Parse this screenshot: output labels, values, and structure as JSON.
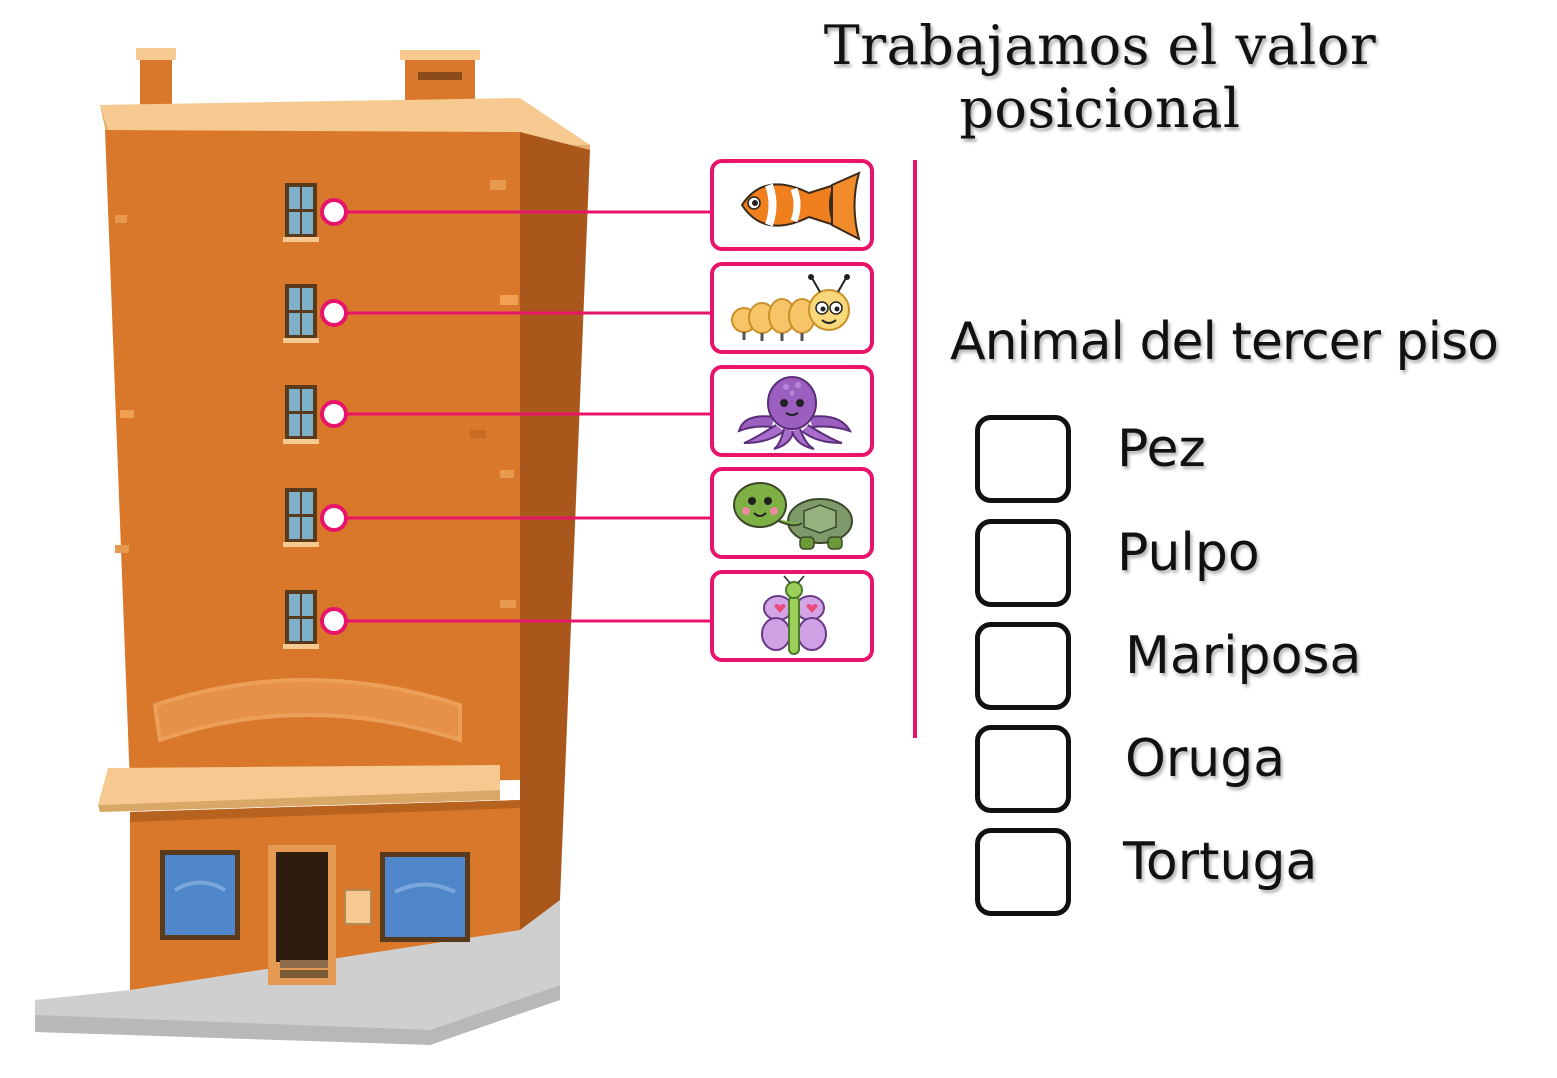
{
  "title": "Trabajamos el valor posicional",
  "question": "Animal del tercer piso",
  "floors": [
    {
      "animal": "fish-icon"
    },
    {
      "animal": "caterpillar-icon"
    },
    {
      "animal": "octopus-icon"
    },
    {
      "animal": "turtle-icon"
    },
    {
      "animal": "butterfly-icon"
    }
  ],
  "options": [
    {
      "label": "Pez",
      "checked": false
    },
    {
      "label": "Pulpo",
      "checked": false
    },
    {
      "label": "Mariposa",
      "checked": false
    },
    {
      "label": "Oruga",
      "checked": false
    },
    {
      "label": "Tortuga",
      "checked": false
    }
  ],
  "colors": {
    "accent": "#e8136b",
    "building": "#d9782a",
    "building_side": "#a9571b",
    "roof": "#f5c98f"
  }
}
